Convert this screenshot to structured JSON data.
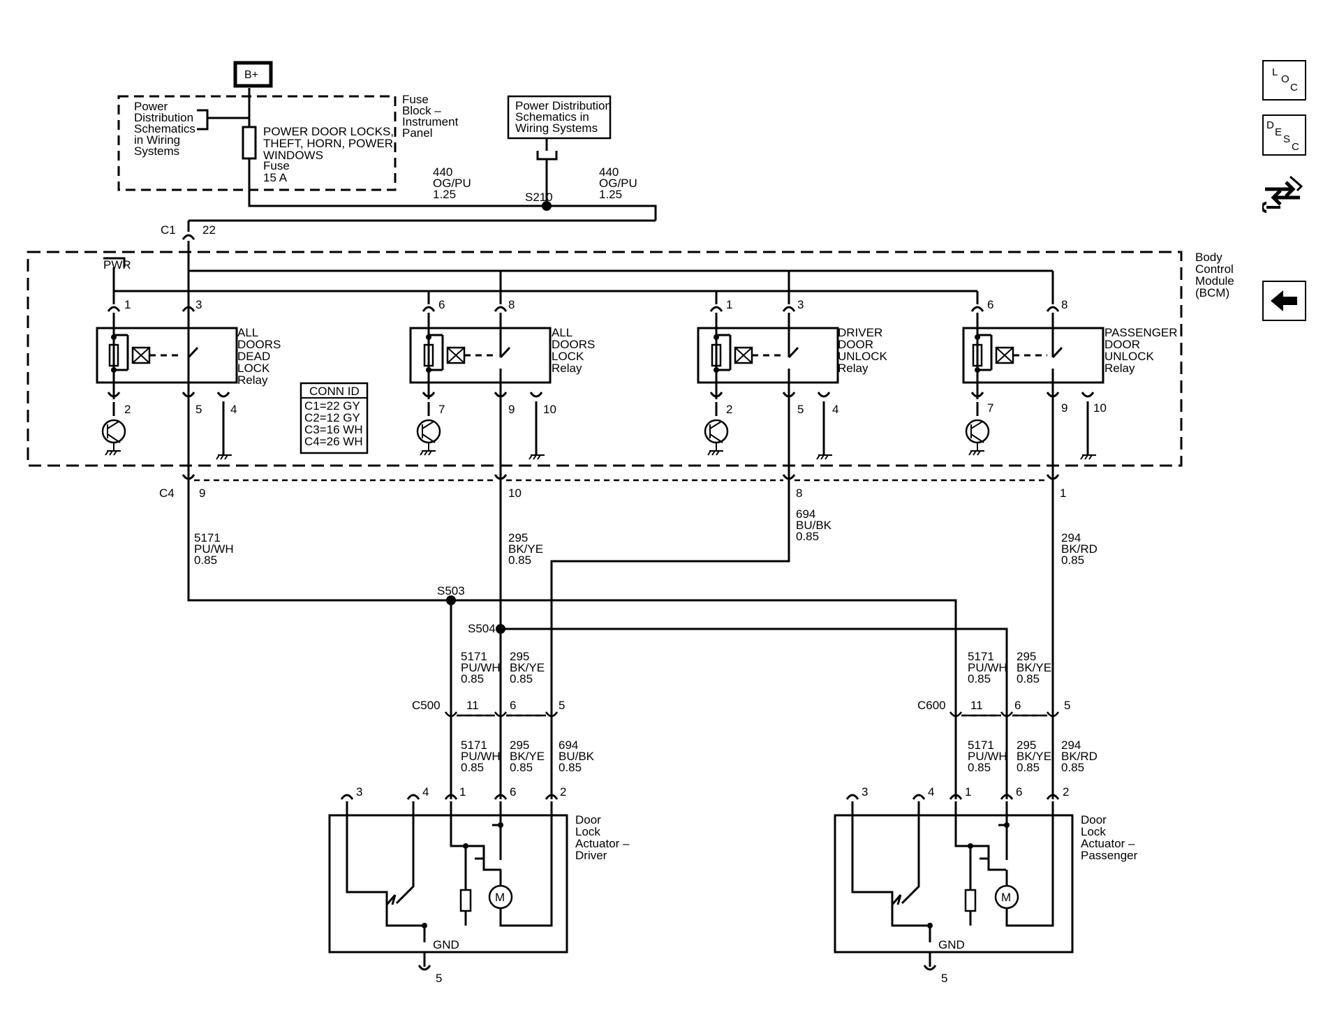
{
  "power": {
    "bplus": "B+",
    "pds_left": [
      "Power",
      "Distribution",
      "Schematics",
      "in Wiring",
      "Systems"
    ],
    "fuse_name": [
      "POWER DOOR LOCKS,",
      "THEFT, HORN, POWER",
      "WINDOWS"
    ],
    "fuse_type": "Fuse",
    "fuse_rating": "15 A",
    "fuse_block": [
      "Fuse",
      "Block –",
      "Instrument",
      "Panel"
    ],
    "pds_right": [
      "Power Distribution",
      "Schematics in",
      "Wiring Systems"
    ],
    "wire_left": [
      "440",
      "OG/PU",
      "1.25"
    ],
    "wire_right": [
      "440",
      "OG/PU",
      "1.25"
    ],
    "splice": "S210"
  },
  "bcm": {
    "label": [
      "Body",
      "Control",
      "Module",
      "(BCM)"
    ],
    "pwr": "PWR",
    "c1": "C1",
    "c1_pin": "22",
    "c4": "C4",
    "relays": [
      {
        "name": [
          "ALL",
          "DOORS",
          "DEAD",
          "LOCK",
          "Relay"
        ],
        "pins": {
          "coil_top": "1",
          "sw_top": "3",
          "coil_bot": "2",
          "sw_bot": "5",
          "gnd": "4"
        },
        "c4_pin": "9"
      },
      {
        "name": [
          "ALL",
          "DOORS",
          "LOCK",
          "Relay"
        ],
        "pins": {
          "coil_top": "6",
          "sw_top": "8",
          "coil_bot": "7",
          "sw_bot": "9",
          "gnd": "10"
        },
        "c4_pin": "10"
      },
      {
        "name": [
          "DRIVER",
          "DOOR",
          "UNLOCK",
          "Relay"
        ],
        "pins": {
          "coil_top": "1",
          "sw_top": "3",
          "coil_bot": "2",
          "sw_bot": "5",
          "gnd": "4"
        },
        "c4_pin": "8"
      },
      {
        "name": [
          "PASSENGER",
          "DOOR",
          "UNLOCK",
          "Relay"
        ],
        "pins": {
          "coil_top": "6",
          "sw_top": "8",
          "coil_bot": "7",
          "sw_bot": "9",
          "gnd": "10"
        },
        "c4_pin": "1"
      }
    ],
    "conn_id": {
      "title": "CONN ID",
      "rows": [
        "C1=22 GY",
        "C2=12 GY",
        "C3=16 WH",
        "C4=26 WH"
      ]
    }
  },
  "wires": {
    "w5171": [
      "5171",
      "PU/WH",
      "0.85"
    ],
    "w295": [
      "295",
      "BK/YE",
      "0.85"
    ],
    "w694": [
      "694",
      "BU/BK",
      "0.85"
    ],
    "w294": [
      "294",
      "BK/RD",
      "0.85"
    ]
  },
  "splices": {
    "s503": "S503",
    "s504": "S504"
  },
  "driver": {
    "connector": "C500",
    "conn_pins": [
      "11",
      "6",
      "5"
    ],
    "actuator": [
      "Door",
      "Lock",
      "Actuator –",
      "Driver"
    ],
    "act_pins": [
      "3",
      "4",
      "1",
      "6",
      "2"
    ],
    "gnd": "GND",
    "gnd_pin": "5"
  },
  "passenger": {
    "connector": "C600",
    "conn_pins": [
      "11",
      "6",
      "5"
    ],
    "actuator": [
      "Door",
      "Lock",
      "Actuator –",
      "Passenger"
    ],
    "act_pins": [
      "3",
      "4",
      "1",
      "6",
      "2"
    ],
    "gnd": "GND",
    "gnd_pin": "5"
  },
  "motor_symbol": "M",
  "nav": {
    "loc": [
      "L",
      "O",
      "C"
    ],
    "desc": [
      "D",
      "E",
      "S",
      "C"
    ]
  }
}
